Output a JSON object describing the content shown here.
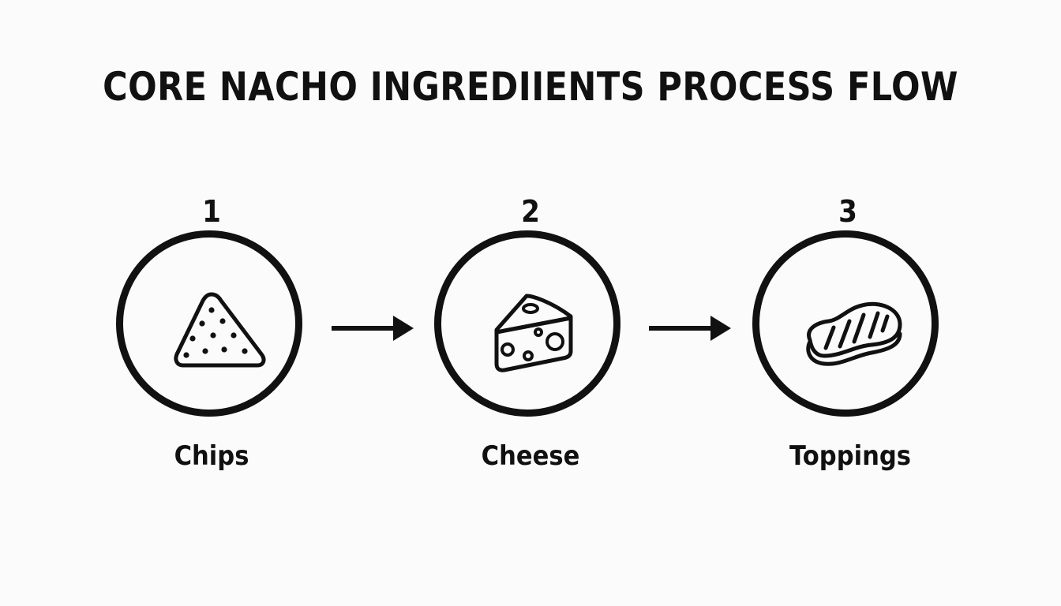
{
  "title": "CORE NACHO INGREDIIENTS PROCESS FLOW",
  "steps": [
    {
      "number": "1",
      "label": "Chips",
      "icon": "tortilla-chip-icon"
    },
    {
      "number": "2",
      "label": "Cheese",
      "icon": "cheese-wedge-icon"
    },
    {
      "number": "3",
      "label": "Toppings",
      "icon": "steak-icon"
    }
  ],
  "colors": {
    "background": "#fbfbfb",
    "ink": "#111111"
  }
}
